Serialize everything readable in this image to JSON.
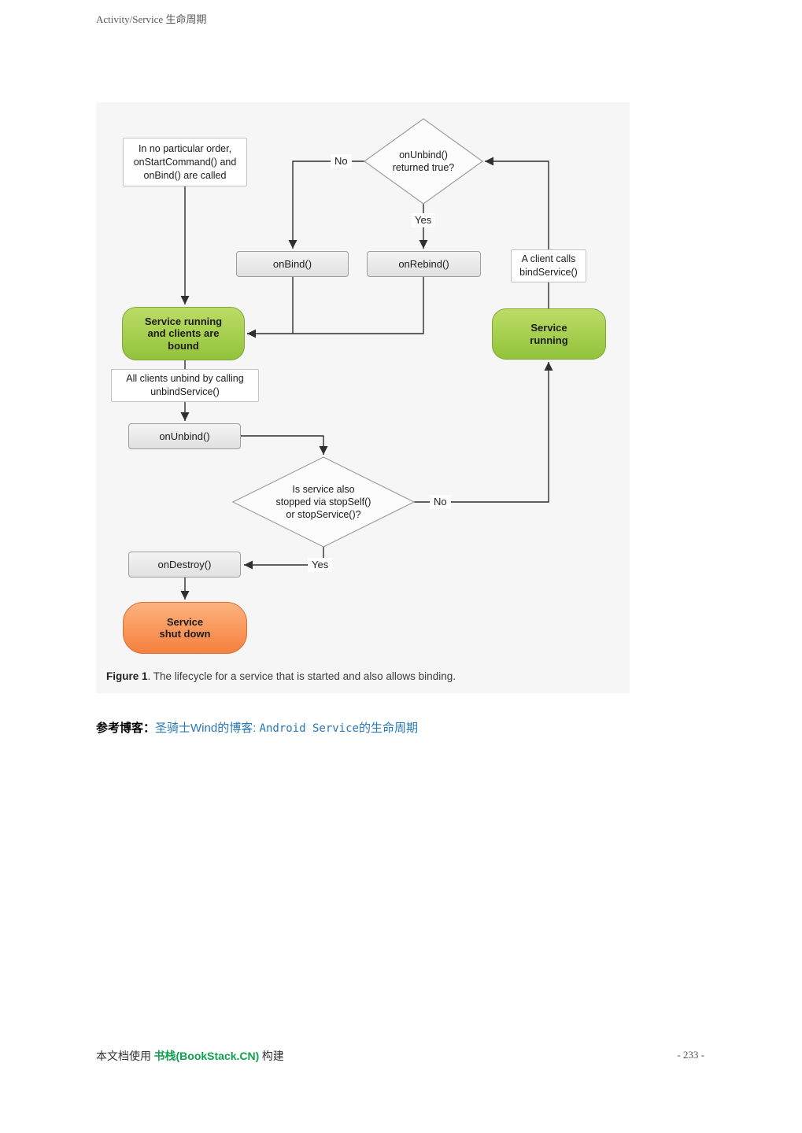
{
  "page": {
    "header": "Activity/Service 生命周期",
    "reference": {
      "label": "参考博客：",
      "link_part1": "圣骑士Wind的博客: ",
      "link_part2": "Android Service",
      "link_part3": "的生命周期"
    },
    "footer": {
      "prefix": "本文档使用 ",
      "brand": "书栈(BookStack.CN)",
      "suffix": " 构建",
      "page_number": "- 233 -"
    }
  },
  "figure": {
    "caption": {
      "bold": "Figure 1",
      "text": ". The lifecycle for a service that is started and also allows binding."
    },
    "nodes": {
      "note_start": "In no particular order,\nonStartCommand() and\nonBind() are called",
      "diamond_unbind": "onUnbind()\nreturned true?",
      "label_no_top": "No",
      "label_yes_top": "Yes",
      "on_bind": "onBind()",
      "on_rebind": "onRebind()",
      "note_bind_service": "A client calls\nbindService()",
      "state_running_bound": "Service running\nand clients are\nbound",
      "state_running": "Service\nrunning",
      "note_unbind_all": "All clients unbind by calling\nunbindService()",
      "on_unbind": "onUnbind()",
      "diamond_stopped": "Is service also\nstopped via stopSelf()\nor stopService()?",
      "label_no_bottom": "No",
      "label_yes_bottom": "Yes",
      "on_destroy": "onDestroy()",
      "state_shut_down": "Service\nshut down"
    },
    "colors": {
      "state_green": "#9ac83e",
      "state_orange": "#f68b4b",
      "link_blue": "#2878b5",
      "brand_green": "#0ea14e"
    }
  }
}
